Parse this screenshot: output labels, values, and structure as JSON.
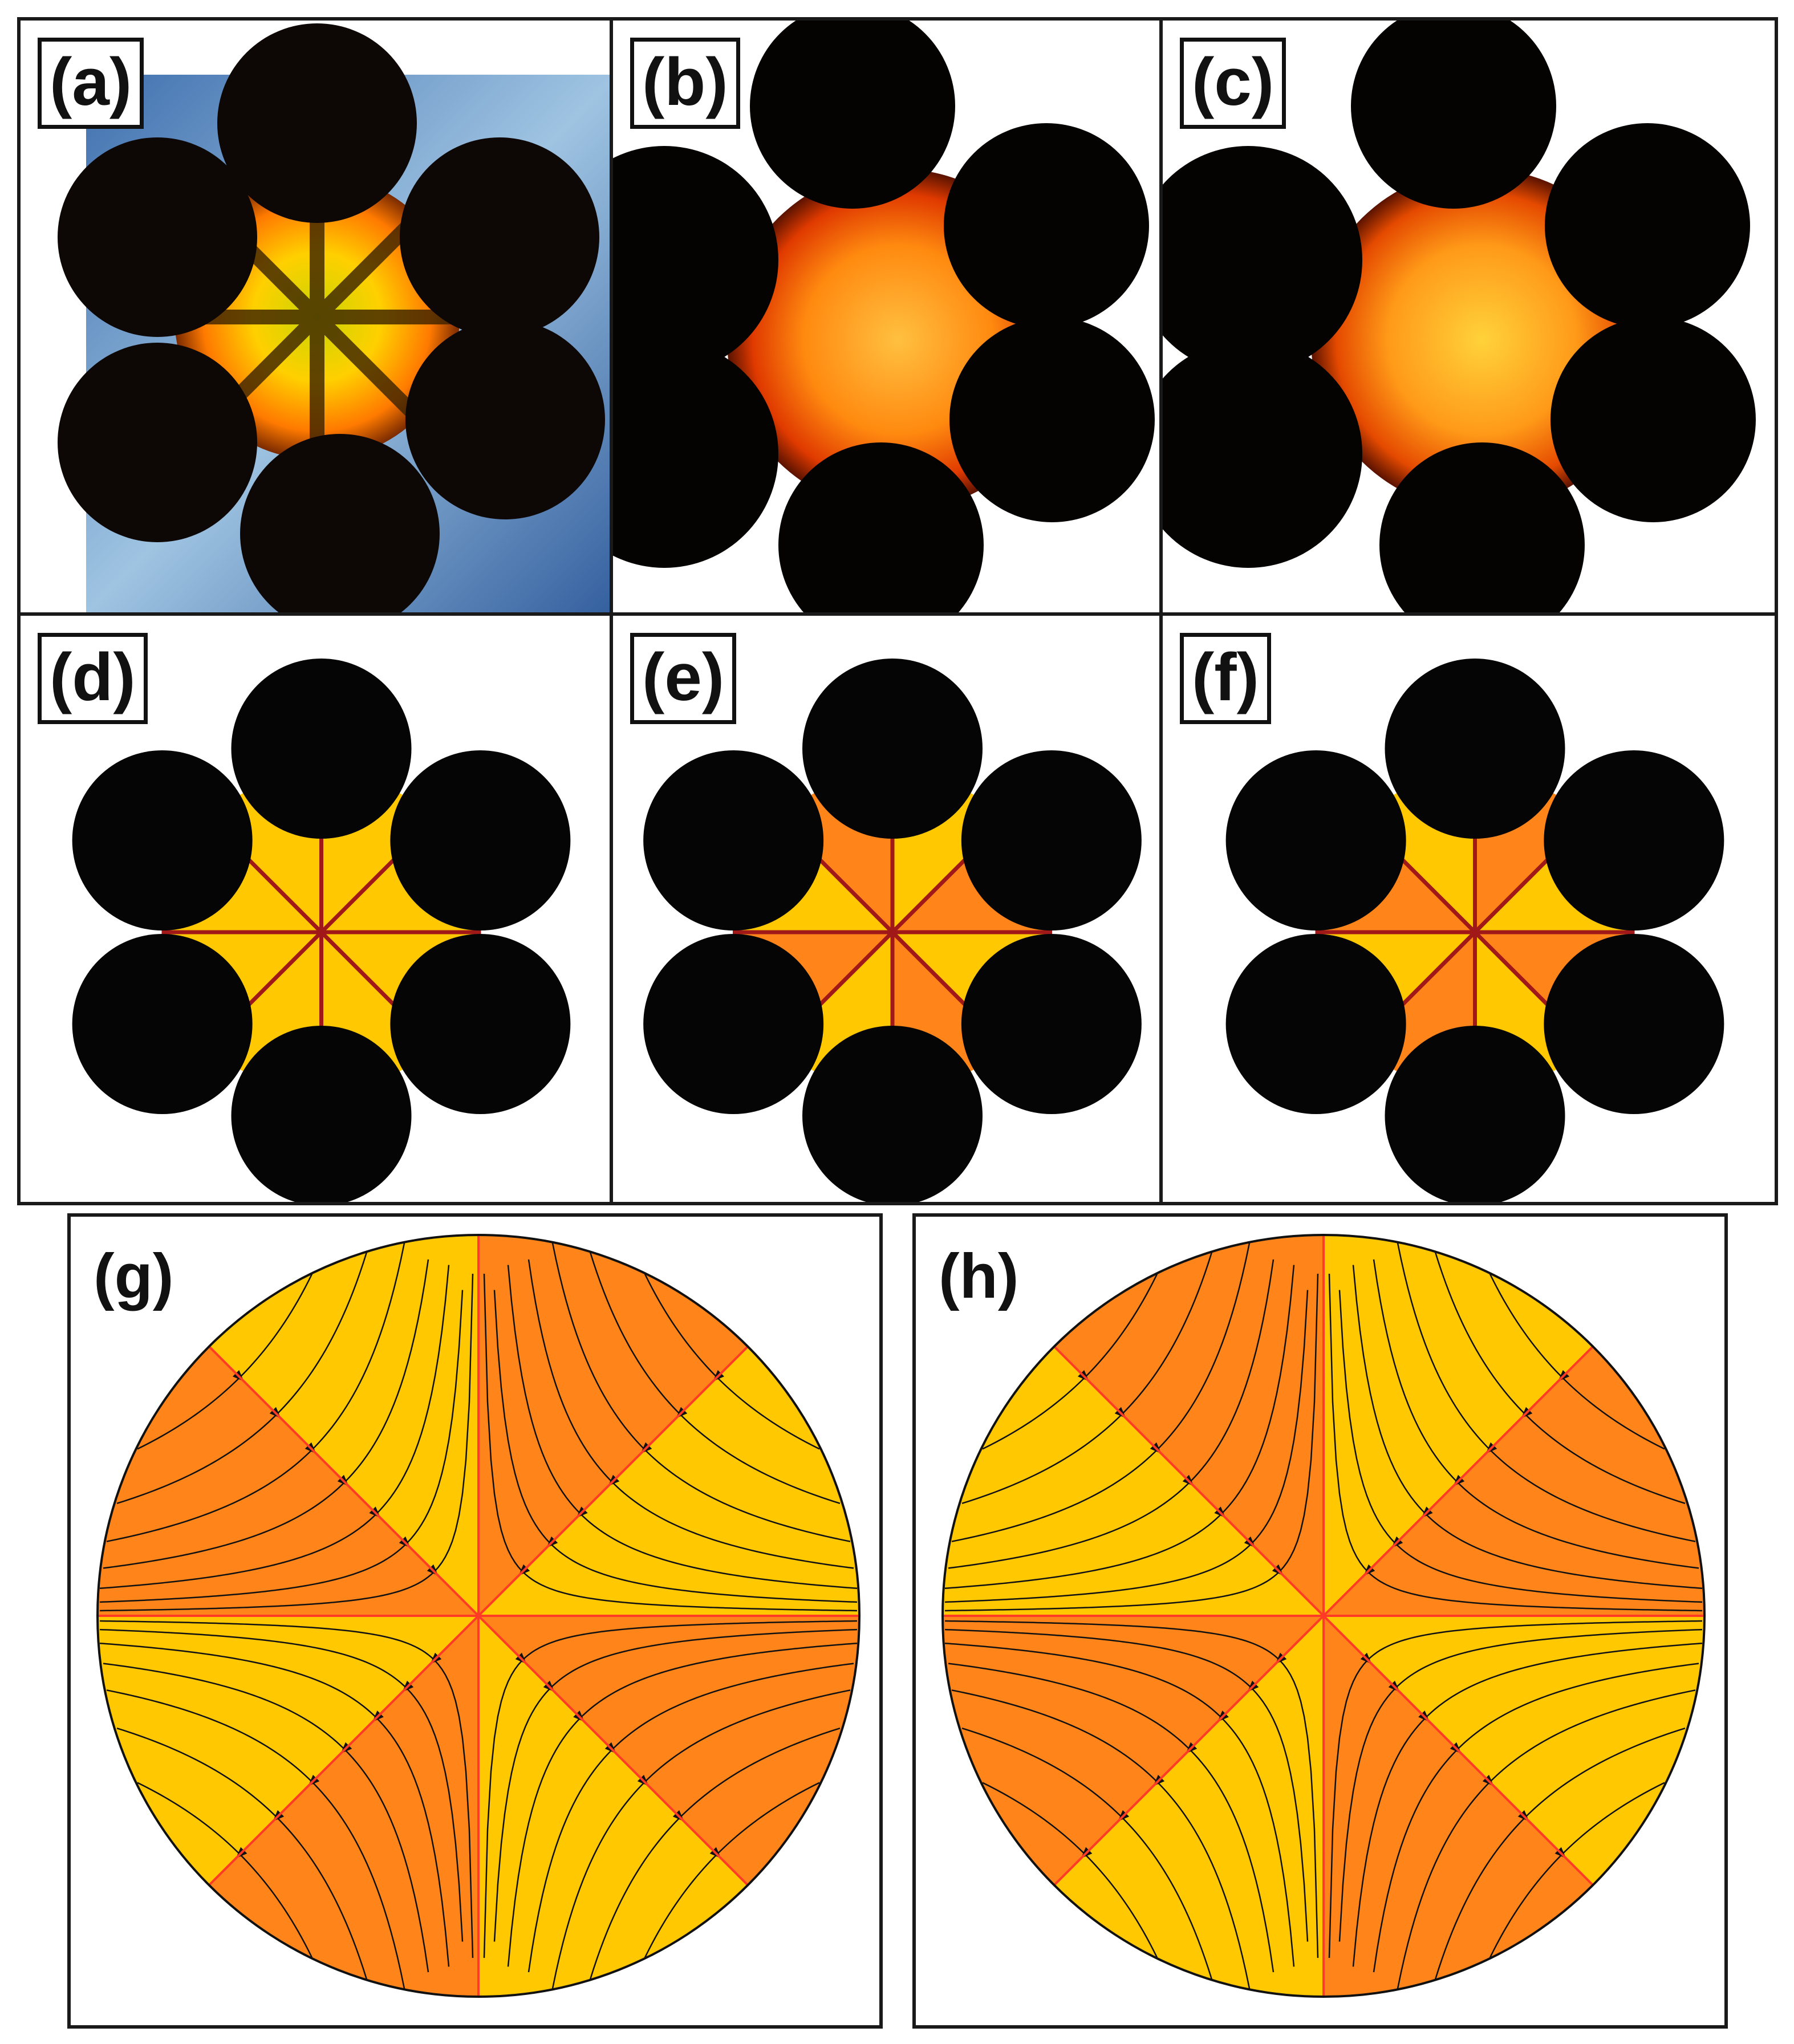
{
  "figure": {
    "panels": [
      {
        "id": "a",
        "label": "(a)",
        "kind": "photo",
        "background": "#4a7fb8"
      },
      {
        "id": "b",
        "label": "(b)",
        "kind": "photo",
        "background": "#ffffff"
      },
      {
        "id": "c",
        "label": "(c)",
        "kind": "photo",
        "background": "#ffffff"
      },
      {
        "id": "d",
        "label": "(d)",
        "kind": "schematic",
        "sectors": [
          "yellow",
          "yellow",
          "yellow",
          "yellow",
          "yellow",
          "yellow",
          "yellow",
          "yellow"
        ]
      },
      {
        "id": "e",
        "label": "(e)",
        "kind": "schematic",
        "sectors": [
          "orange",
          "yellow",
          "orange",
          "yellow",
          "orange",
          "yellow",
          "orange",
          "yellow"
        ]
      },
      {
        "id": "f",
        "label": "(f)",
        "kind": "schematic",
        "sectors": [
          "yellow",
          "orange",
          "yellow",
          "orange",
          "yellow",
          "orange",
          "yellow",
          "orange"
        ]
      },
      {
        "id": "g",
        "label": "(g)",
        "kind": "streamlines",
        "sectors": [
          "yellow",
          "orange",
          "yellow",
          "orange",
          "yellow",
          "orange",
          "yellow",
          "orange"
        ]
      },
      {
        "id": "h",
        "label": "(h)",
        "kind": "streamlines",
        "sectors": [
          "orange",
          "yellow",
          "orange",
          "yellow",
          "orange",
          "yellow",
          "orange",
          "yellow"
        ]
      }
    ],
    "colors": {
      "yellow": "#ffc800",
      "orange": "#ff8419",
      "divider_dark": "#a01818",
      "divider_red": "#ff3b26",
      "rod": "#050505",
      "streamline": "#111111"
    }
  }
}
